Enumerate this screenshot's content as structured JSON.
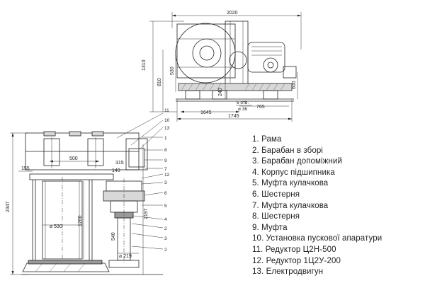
{
  "top_view": {
    "dims": {
      "overall_width": "2020",
      "overall_height": "1310",
      "height_810": "810",
      "height_530": "530",
      "height_600": "600",
      "height_240": "240",
      "width_765": "765",
      "width_1645": "1645",
      "width_1745": "1745",
      "holes": "6 отв.",
      "hole_diameter": "⌀ 36"
    }
  },
  "side_view": {
    "dims": {
      "overall_height": "2347",
      "width_500": "500",
      "width_155": "155",
      "width_315": "315",
      "width_140": "140",
      "height_1200": "1200",
      "drum_diameter": "⌀ 530",
      "height_540": "540",
      "height_2197": "2197",
      "diameter_219": "⌀ 219"
    },
    "callouts": [
      "11",
      "10",
      "13",
      "1",
      "8",
      "9",
      "7",
      "12",
      "3",
      "6",
      "5",
      "4",
      "2",
      "3",
      "2"
    ]
  },
  "legend": [
    "1. Рама",
    "2. Барабан в зборі",
    "3. Барабан допоміжний",
    "4. Корпус підшипника",
    "5. Муфта кулачкова",
    "6. Шестерня",
    "7. Муфта кулачкова",
    "8. Шестерня",
    "9. Муфта",
    "10. Установка пускової апаратури",
    "11. Редуктор Ц2Н-500",
    "12. Редуктор 1Ц2У-200",
    "13. Електродвигун"
  ]
}
